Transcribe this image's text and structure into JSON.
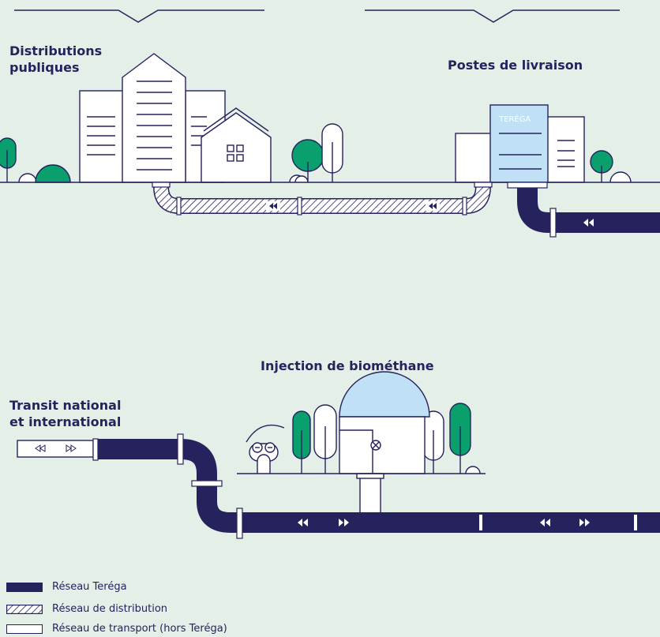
{
  "labels": {
    "distributions": [
      "Distributions",
      "publiques"
    ],
    "postes": "Postes de livraison",
    "injection": "Injection de biométhane",
    "transit": [
      "Transit national",
      "et international"
    ],
    "terega_sign": "TERÉGA"
  },
  "legend": [
    {
      "label": "Réseau Teréga",
      "style": "solid"
    },
    {
      "label": "Réseau de distribution",
      "style": "hatched"
    },
    {
      "label": "Réseau de transport (hors Teréga)",
      "style": "outline"
    }
  ],
  "colors": {
    "navy": "#26225e",
    "green": "#0aa06e",
    "light_blue": "#bfe0f5",
    "background": "#e4efe8",
    "white": "#ffffff"
  }
}
